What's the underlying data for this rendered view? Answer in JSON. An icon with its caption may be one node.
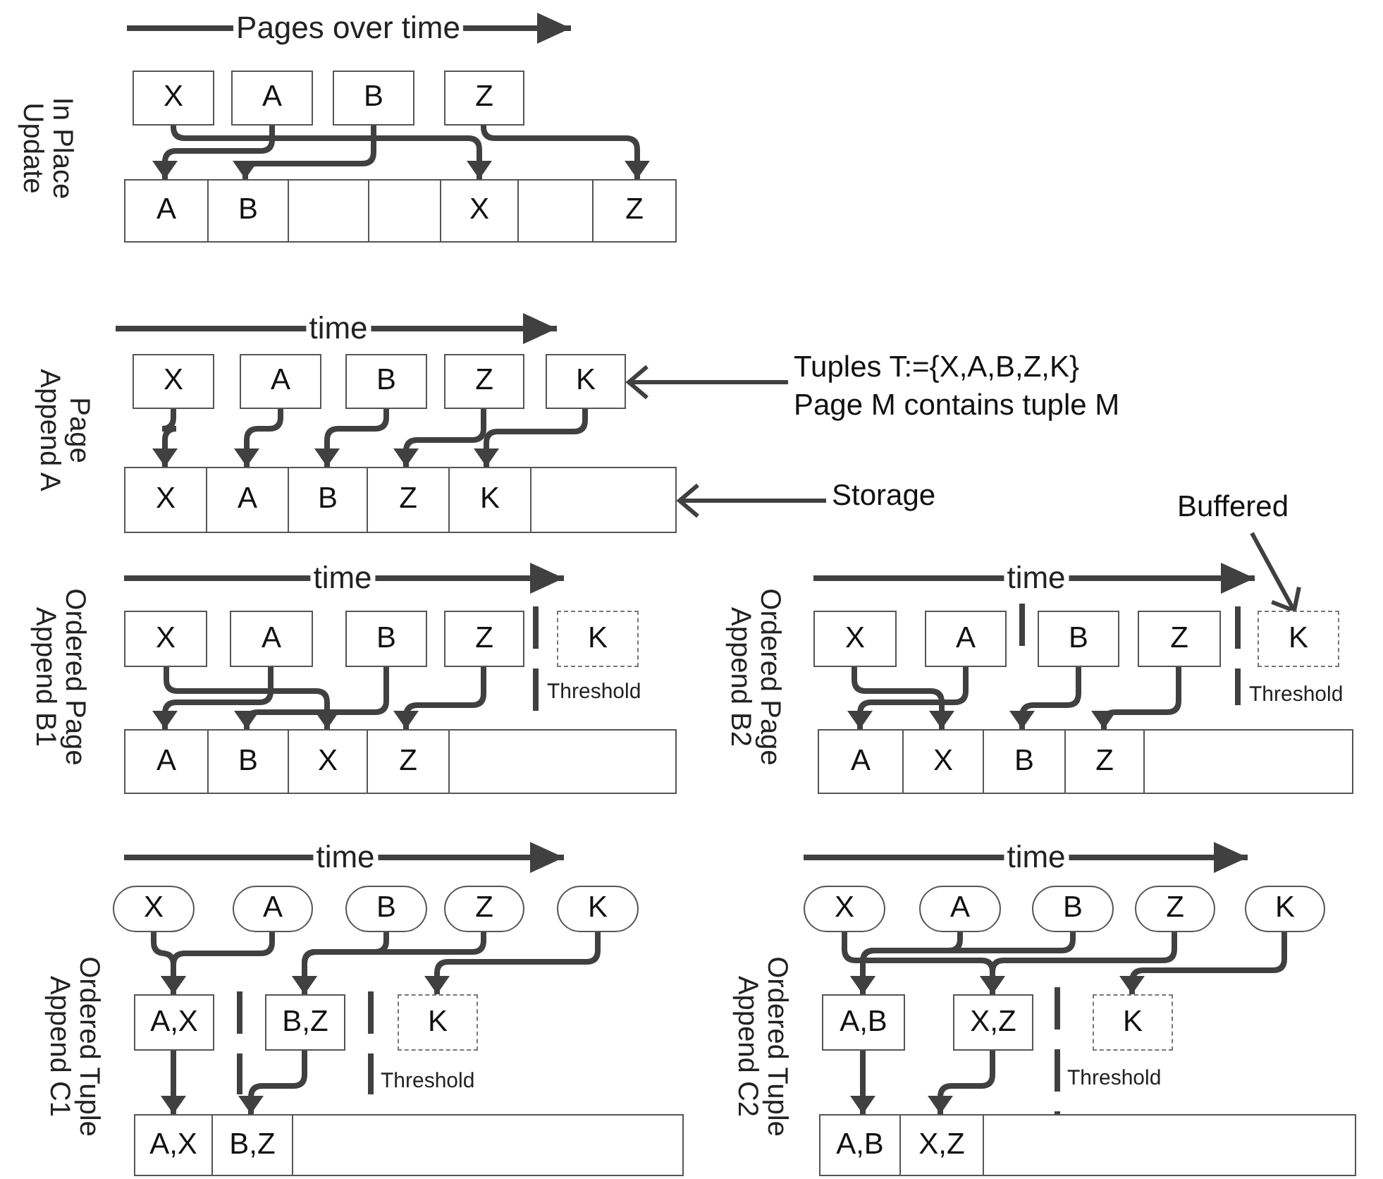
{
  "diagram": {
    "nodes": [
      {
        "text": [
          "X"
        ]
      },
      {
        "text": [
          "A"
        ]
      },
      {
        "text": [
          "B"
        ]
      },
      {
        "text": [
          "Z"
        ]
      },
      {
        "text": [
          "A"
        ]
      },
      {
        "text": [
          "B"
        ]
      },
      {
        "text": [],
        "shape": "box"
      },
      {
        "text": [],
        "shape": "box"
      },
      {
        "text": [
          "X"
        ]
      },
      {
        "text": [],
        "shape": "box"
      },
      {
        "text": [
          "Z"
        ]
      },
      {
        "text": [
          "X"
        ]
      },
      {
        "text": [
          "A"
        ]
      },
      {
        "text": [
          "B"
        ]
      },
      {
        "text": [
          "Z"
        ]
      },
      {
        "text": [
          "K"
        ]
      },
      {
        "text": [
          "Tuples T:={X,A,B,Z,K}",
          "Page M contains tuple M"
        ]
      },
      {
        "text": [
          "X"
        ]
      },
      {
        "text": [
          "A"
        ]
      },
      {
        "text": [
          "B"
        ]
      },
      {
        "text": [
          "Z"
        ]
      },
      {
        "text": [
          "K"
        ]
      },
      {
        "text": [],
        "shape": "box"
      },
      {
        "text": [
          "Storage"
        ]
      },
      {
        "text": [
          "Buffered"
        ]
      },
      {
        "text": [
          "X"
        ]
      },
      {
        "text": [
          "A"
        ]
      },
      {
        "text": [
          "B"
        ]
      },
      {
        "text": [
          "Z"
        ]
      },
      {
        "text": [
          "K"
        ]
      },
      {
        "text": [
          "A"
        ]
      },
      {
        "text": [
          "B"
        ]
      },
      {
        "text": [
          "X"
        ]
      },
      {
        "text": [
          "Z"
        ]
      },
      {
        "text": [],
        "shape": "box"
      },
      {
        "text": [
          "X"
        ]
      },
      {
        "text": [
          "A"
        ]
      },
      {
        "text": [
          "B"
        ]
      },
      {
        "text": [
          "Z"
        ]
      },
      {
        "text": [
          "K"
        ]
      },
      {
        "text": [
          "A"
        ]
      },
      {
        "text": [
          "X"
        ]
      },
      {
        "text": [
          "B"
        ]
      },
      {
        "text": [
          "Z"
        ]
      },
      {
        "text": [],
        "shape": "box"
      },
      {
        "text": [
          "X"
        ]
      },
      {
        "text": [
          "A"
        ]
      },
      {
        "text": [
          "B"
        ]
      },
      {
        "text": [
          "Z"
        ]
      },
      {
        "text": [
          "K"
        ]
      },
      {
        "text": [
          "A,X"
        ]
      },
      {
        "text": [
          "B,Z"
        ]
      },
      {
        "text": [
          "K"
        ]
      },
      {
        "text": [
          "A,X"
        ]
      },
      {
        "text": [
          "B,Z"
        ]
      },
      {
        "text": [],
        "shape": "box"
      },
      {
        "text": [
          "X"
        ]
      },
      {
        "text": [
          "A"
        ]
      },
      {
        "text": [
          "B"
        ]
      },
      {
        "text": [
          "Z"
        ]
      },
      {
        "text": [
          "K"
        ]
      },
      {
        "text": [
          "A,B"
        ]
      },
      {
        "text": [
          "X,Z"
        ]
      },
      {
        "text": [
          "K"
        ]
      },
      {
        "text": [
          "A,B"
        ]
      },
      {
        "text": [
          "X,Z"
        ]
      },
      {
        "text": [],
        "shape": "box"
      }
    ],
    "edges": [
      {
        "from": 0,
        "to": 8,
        "arrow": "to"
      },
      {
        "from": 1,
        "to": 4,
        "arrow": "to"
      },
      {
        "from": 2,
        "to": 5,
        "arrow": "to"
      },
      {
        "from": 3,
        "to": 10,
        "arrow": "to"
      },
      {
        "from": 11,
        "to": 17,
        "arrow": "to"
      },
      {
        "from": 12,
        "to": 18,
        "arrow": "to"
      },
      {
        "from": 13,
        "to": 19,
        "arrow": "to"
      },
      {
        "from": 14,
        "to": 20,
        "arrow": "to"
      },
      {
        "from": 15,
        "to": 21,
        "arrow": "to"
      },
      {
        "from": 16,
        "to": 15,
        "arrow": "to"
      },
      {
        "from": 23,
        "to": 22,
        "arrow": "to"
      },
      {
        "from": 24,
        "to": 39,
        "arrow": "to"
      },
      {
        "from": 25,
        "to": 32,
        "arrow": "to"
      },
      {
        "from": 26,
        "to": 30,
        "arrow": "to"
      },
      {
        "from": 27,
        "to": 31,
        "arrow": "to"
      },
      {
        "from": 28,
        "to": 33,
        "arrow": "to"
      },
      {
        "from": 35,
        "to": 41,
        "arrow": "to"
      },
      {
        "from": 36,
        "to": 40,
        "arrow": "to"
      },
      {
        "from": 37,
        "to": 42,
        "arrow": "to"
      },
      {
        "from": 38,
        "to": 43,
        "arrow": "to"
      },
      {
        "from": 45,
        "to": 50,
        "arrow": "to"
      },
      {
        "from": 46,
        "to": 50,
        "arrow": "to"
      },
      {
        "from": 47,
        "to": 51,
        "arrow": "to"
      },
      {
        "from": 48,
        "to": 51,
        "arrow": "to"
      },
      {
        "from": 49,
        "to": 52,
        "arrow": "to"
      },
      {
        "from": 50,
        "to": 53,
        "arrow": "to"
      },
      {
        "from": 51,
        "to": 54,
        "arrow": "to"
      },
      {
        "from": 56,
        "to": 62,
        "arrow": "to"
      },
      {
        "from": 57,
        "to": 61,
        "arrow": "to"
      },
      {
        "from": 58,
        "to": 61,
        "arrow": "to"
      },
      {
        "from": 59,
        "to": 62,
        "arrow": "to"
      },
      {
        "from": 60,
        "to": 63,
        "arrow": "to"
      },
      {
        "from": 61,
        "to": 64,
        "arrow": "to"
      },
      {
        "from": 62,
        "to": 65,
        "arrow": "to"
      }
    ],
    "labels": [
      "Pages over time",
      "In Place Update",
      "time",
      "Page Append A",
      "time",
      "Ordered Page Append B1",
      "Threshold",
      "time",
      "Ordered Page Append B2",
      "Threshold",
      "time",
      "Ordered Tuple Append C1",
      "Threshold",
      "time",
      "Ordered Tuple Append C2",
      "Threshold"
    ]
  }
}
